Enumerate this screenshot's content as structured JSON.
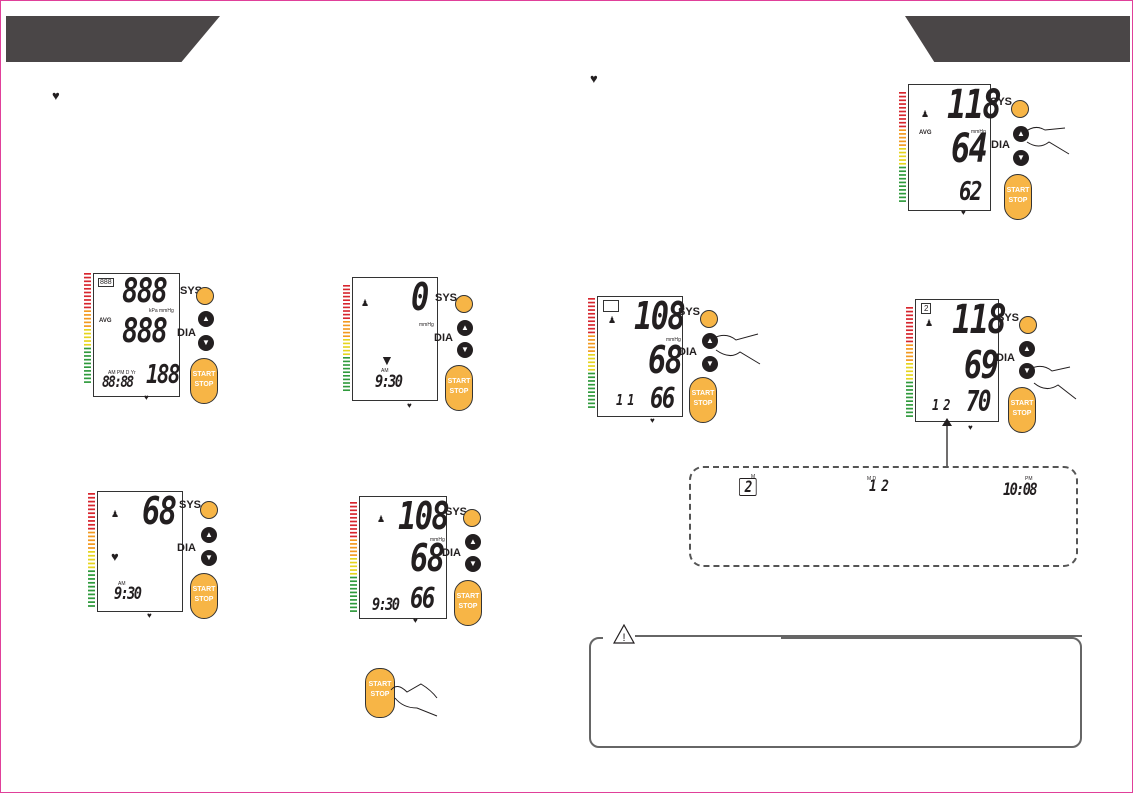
{
  "page": {
    "heart_symbol": "♥"
  },
  "monitor_labels": {
    "sys": "SYS",
    "dia": "DIA",
    "start": "START",
    "stop": "STOP",
    "avg": "AVG",
    "unit_mmhg": "mmHg",
    "unit_kpa": "kPa  mmHg",
    "time_flags": "AM PM D Yr"
  },
  "devices": {
    "all_segments": {
      "sys": "888",
      "dia": "888",
      "pulse": "188",
      "time": "88:88",
      "mem": "888"
    },
    "zero": {
      "sys": "0",
      "time": "9:30",
      "ampm": "AM"
    },
    "inflating": {
      "sys": "68",
      "time": "9:30",
      "ampm": "AM"
    },
    "result": {
      "sys": "108",
      "dia": "68",
      "pulse": "66",
      "time": "9:30"
    },
    "avg_result": {
      "sys": "118",
      "dia": "64",
      "pulse": "62"
    },
    "memory_1": {
      "sys": "108",
      "dia": "68",
      "pulse": "66",
      "date": "1  1"
    },
    "memory_2": {
      "sys": "118",
      "dia": "69",
      "pulse": "70",
      "date": "1  2",
      "mem_no": "2"
    }
  },
  "legend": {
    "mem_no": "2",
    "mem_label": "M",
    "date": "1  2",
    "date_flags": "M    D",
    "time": "10:08",
    "time_flag": "PM"
  },
  "warning": {
    "icon": "!"
  },
  "colors": {
    "banner": "#4a4647",
    "button": "#f7b546",
    "scale_red": "#d7262e",
    "scale_orange": "#f39a20",
    "scale_yellow": "#e6d51e",
    "scale_green": "#2f9a3c"
  }
}
